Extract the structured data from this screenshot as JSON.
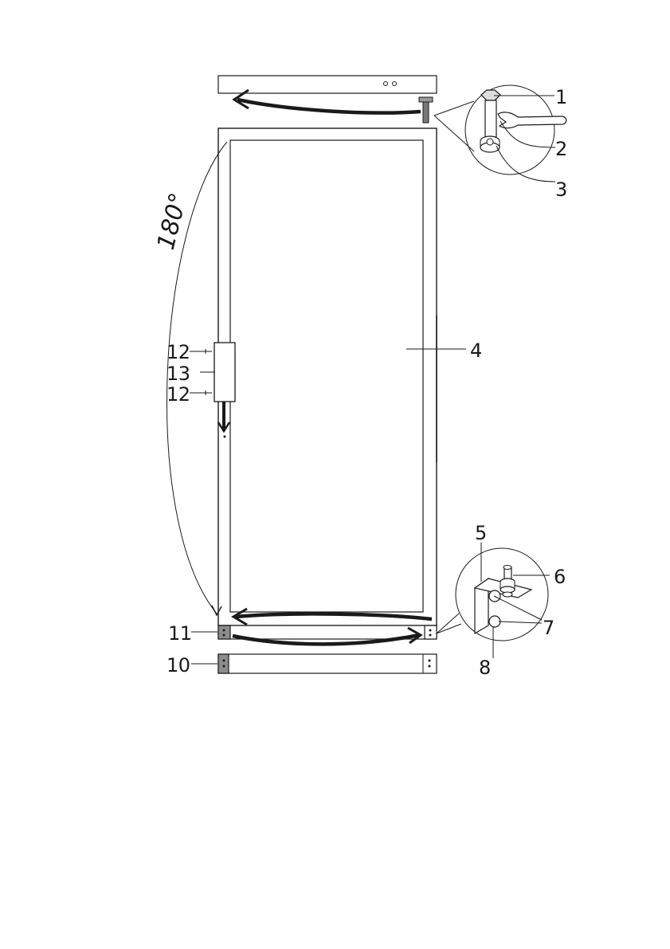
{
  "diagram": {
    "angle_label": "180°",
    "callouts": [
      "1",
      "2",
      "3",
      "4",
      "5",
      "6",
      "7",
      "8",
      "10",
      "11",
      "12",
      "13",
      "12"
    ]
  },
  "colors": {
    "ink": "#1a1a1a",
    "hinge_fill": "#8c8c8c",
    "background": "#ffffff"
  }
}
